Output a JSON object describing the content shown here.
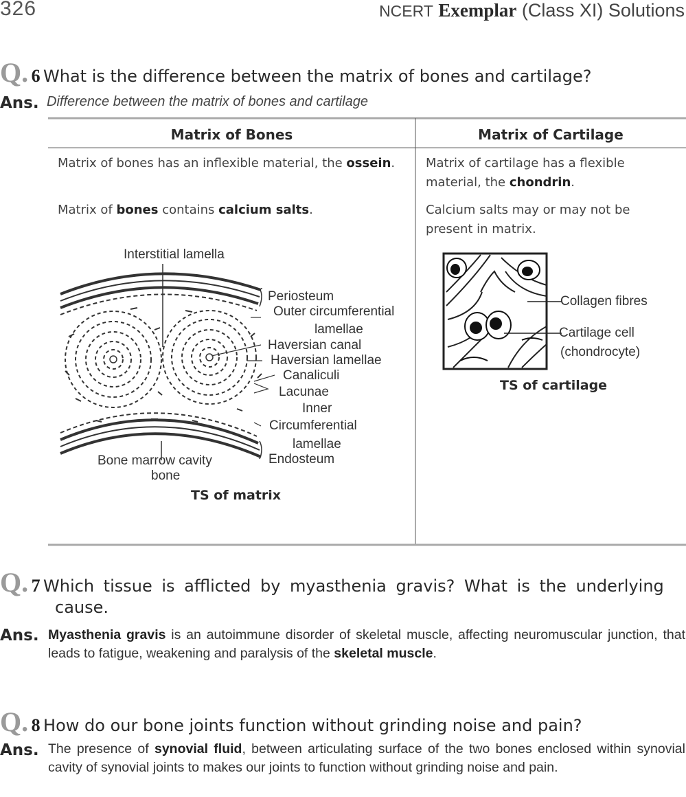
{
  "header": {
    "page_number": "326",
    "title_ncert": "NCERT",
    "title_bold": "Exemplar",
    "title_rest": "(Class XI) Solutions"
  },
  "q6": {
    "q_mark": "Q.",
    "number": "6",
    "question": "What is the difference between the matrix of bones and cartilage?",
    "ans_label": "Ans.",
    "caption": "Difference between the matrix of bones and cartilage",
    "table": {
      "headers": [
        "Matrix of Bones",
        "Matrix of Cartilage"
      ],
      "row1_col1_pre": "Matrix of bones has an inflexible material, the ",
      "row1_col1_bold": "ossein",
      "row1_col1_post": ".",
      "row1_col2_pre": "Matrix of cartilage has a flexible material, the ",
      "row1_col2_bold": "chondrin",
      "row1_col2_post": ".",
      "row2_col1_a": "Matrix of ",
      "row2_col1_b": "bones",
      "row2_col1_c": " contains ",
      "row2_col1_d": "calcium salts",
      "row2_col1_e": ".",
      "row2_col2": "Calcium salts may or may not be present in matrix."
    },
    "bone_figure": {
      "labels": {
        "interstitial": "Interstitial lamella",
        "periosteum": "Periosteum",
        "outer_circ_1": "Outer circumferential",
        "outer_circ_2": "lamellae",
        "haversian_canal": "Haversian canal",
        "haversian_lamellae": "Haversian lamellae",
        "canaliculi": "Canaliculi",
        "lacunae": "Lacunae",
        "inner": "Inner",
        "circumferential": "Circumferential",
        "lamellae": "lamellae",
        "endosteum": "Endosteum",
        "marrow_1": "Bone marrow cavity",
        "marrow_2": "bone"
      },
      "caption": "TS of matrix"
    },
    "cartilage_figure": {
      "labels": {
        "collagen": "Collagen fibres",
        "cell_1": "Cartilage cell",
        "cell_2": "(chondrocyte)"
      },
      "caption": "TS of cartilage"
    }
  },
  "q7": {
    "q_mark": "Q.",
    "number": "7",
    "question_line1": "Which tissue is afflicted by myasthenia gravis? What is the underlying",
    "question_line2": "cause.",
    "ans_label": "Ans.",
    "ans_bold1": "Myasthenia gravis",
    "ans_mid": " is an autoimmune disorder of skeletal muscle, affecting neuromuscular junction, that leads to fatigue, weakening and paralysis of the ",
    "ans_bold2": "skeletal muscle",
    "ans_end": "."
  },
  "q8": {
    "q_mark": "Q.",
    "number": "8",
    "question": "How do our bone joints function without grinding noise and pain?",
    "ans_label": "Ans.",
    "ans_pre": "The presence of ",
    "ans_bold": "synovial fluid",
    "ans_post": ", between articulating surface of the two bones enclosed within synovial cavity of synovial joints to makes our joints to function without grinding noise and pain."
  }
}
